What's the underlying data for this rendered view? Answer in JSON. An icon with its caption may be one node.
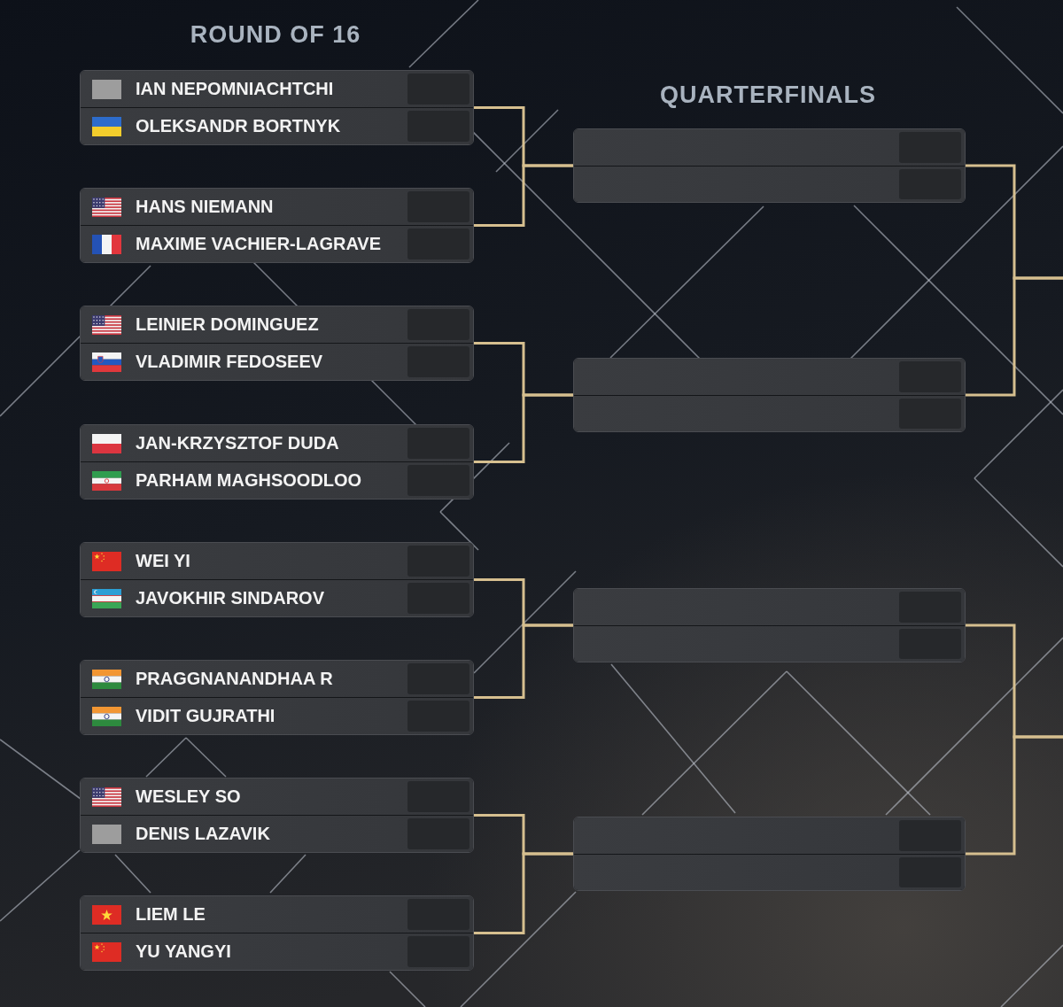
{
  "diagram": {
    "nodes": [
      {
        "text": [],
        "shape": "box"
      },
      {
        "text": [
          "IAN NEPOMNIACHTCHI"
        ],
        "in": 0
      },
      {
        "text": [
          "OLEKSANDR BORTNYK"
        ],
        "in": 0
      },
      {
        "text": [],
        "shape": "box"
      },
      {
        "text": [
          "HANS NIEMANN"
        ],
        "in": 3
      },
      {
        "text": [
          "MAXIME VACHIER-LAGRAVE"
        ],
        "in": 3
      },
      {
        "text": [],
        "shape": "box"
      },
      {
        "text": [
          "LEINIER DOMINGUEZ"
        ],
        "in": 6
      },
      {
        "text": [
          "VLADIMIR FEDOSEEV"
        ],
        "in": 6
      },
      {
        "text": [],
        "shape": "box"
      },
      {
        "text": [
          "JAN-KRZYSZTOF DUDA"
        ],
        "in": 9
      },
      {
        "text": [
          "PARHAM MAGHSOODLOO"
        ],
        "in": 9
      },
      {
        "text": [],
        "shape": "box"
      },
      {
        "text": [
          "WEI YI"
        ],
        "in": 12
      },
      {
        "text": [
          "JAVOKHIR SINDAROV"
        ],
        "in": 12
      },
      {
        "text": [],
        "shape": "box"
      },
      {
        "text": [
          "PRAGGNANANDHAA R"
        ],
        "in": 15
      },
      {
        "text": [
          "VIDIT GUJRATHI"
        ],
        "in": 15
      },
      {
        "text": [],
        "shape": "box"
      },
      {
        "text": [
          "WESLEY SO"
        ],
        "in": 18
      },
      {
        "text": [
          "DENIS LAZAVIK"
        ],
        "in": 18
      },
      {
        "text": [],
        "shape": "box"
      },
      {
        "text": [
          "LIEM LE"
        ],
        "in": 21
      },
      {
        "text": [
          "YU YANGYI"
        ],
        "in": 21
      },
      {
        "text": [],
        "shape": "box"
      },
      {
        "text": [],
        "shape": "box",
        "in": 24
      },
      {
        "text": [],
        "shape": "box",
        "in": 24
      },
      {
        "text": [],
        "shape": "box"
      },
      {
        "text": [],
        "shape": "box",
        "in": 27
      },
      {
        "text": [],
        "shape": "box",
        "in": 27
      },
      {
        "text": [],
        "shape": "box"
      },
      {
        "text": [],
        "shape": "box",
        "in": 30
      },
      {
        "text": [],
        "shape": "box",
        "in": 30
      },
      {
        "text": [],
        "shape": "box"
      },
      {
        "text": [],
        "shape": "box",
        "in": 33
      },
      {
        "text": [],
        "shape": "box",
        "in": 33
      }
    ],
    "edges": [
      {
        "from": 0,
        "to": 24,
        "arrow": "none"
      },
      {
        "from": 3,
        "to": 24,
        "arrow": "none"
      },
      {
        "from": 6,
        "to": 27,
        "arrow": "none"
      },
      {
        "from": 9,
        "to": 27,
        "arrow": "none"
      },
      {
        "from": 12,
        "to": 30,
        "arrow": "none"
      },
      {
        "from": 15,
        "to": 30,
        "arrow": "none"
      },
      {
        "from": 18,
        "to": 33,
        "arrow": "none"
      },
      {
        "from": 21,
        "to": 33,
        "arrow": "none"
      },
      {
        "from": 24,
        "to": null,
        "arrow": "none"
      },
      {
        "from": 27,
        "to": null,
        "arrow": "none"
      },
      {
        "from": 30,
        "to": null,
        "arrow": "none"
      },
      {
        "from": 33,
        "to": null,
        "arrow": "none"
      }
    ],
    "labels": [
      "ROUND OF 16",
      "QUARTERFINALS"
    ]
  }
}
